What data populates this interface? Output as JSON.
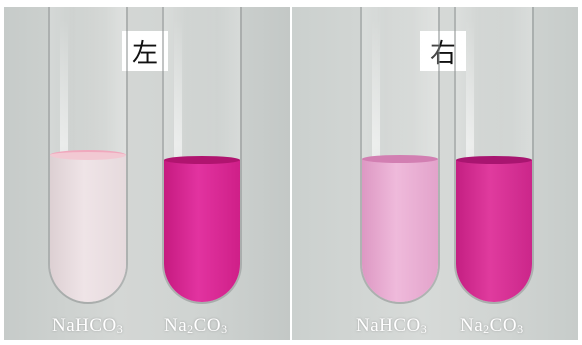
{
  "panels": {
    "left": {
      "tag": "左",
      "tubes": [
        {
          "label_main": "NaHCO",
          "label_sub": "3",
          "label_lead": "",
          "label_lead_sub": "",
          "color": "#e8d9dd"
        },
        {
          "label_main": "CO",
          "label_sub": "3",
          "label_lead": "Na",
          "label_lead_sub": "2",
          "color": "#d8248e"
        }
      ]
    },
    "right": {
      "tag": "右",
      "tubes": [
        {
          "label_main": "NaHCO",
          "label_sub": "3",
          "label_lead": "",
          "label_lead_sub": "",
          "color": "#e8a9cf"
        },
        {
          "label_main": "CO",
          "label_sub": "3",
          "label_lead": "Na",
          "label_lead_sub": "2",
          "color": "#d22d8f"
        }
      ]
    }
  },
  "colors": {
    "pale_solution": "#e8d9dd",
    "pink_solution": "#e8a9cf",
    "magenta_solution": "#d8248e"
  }
}
